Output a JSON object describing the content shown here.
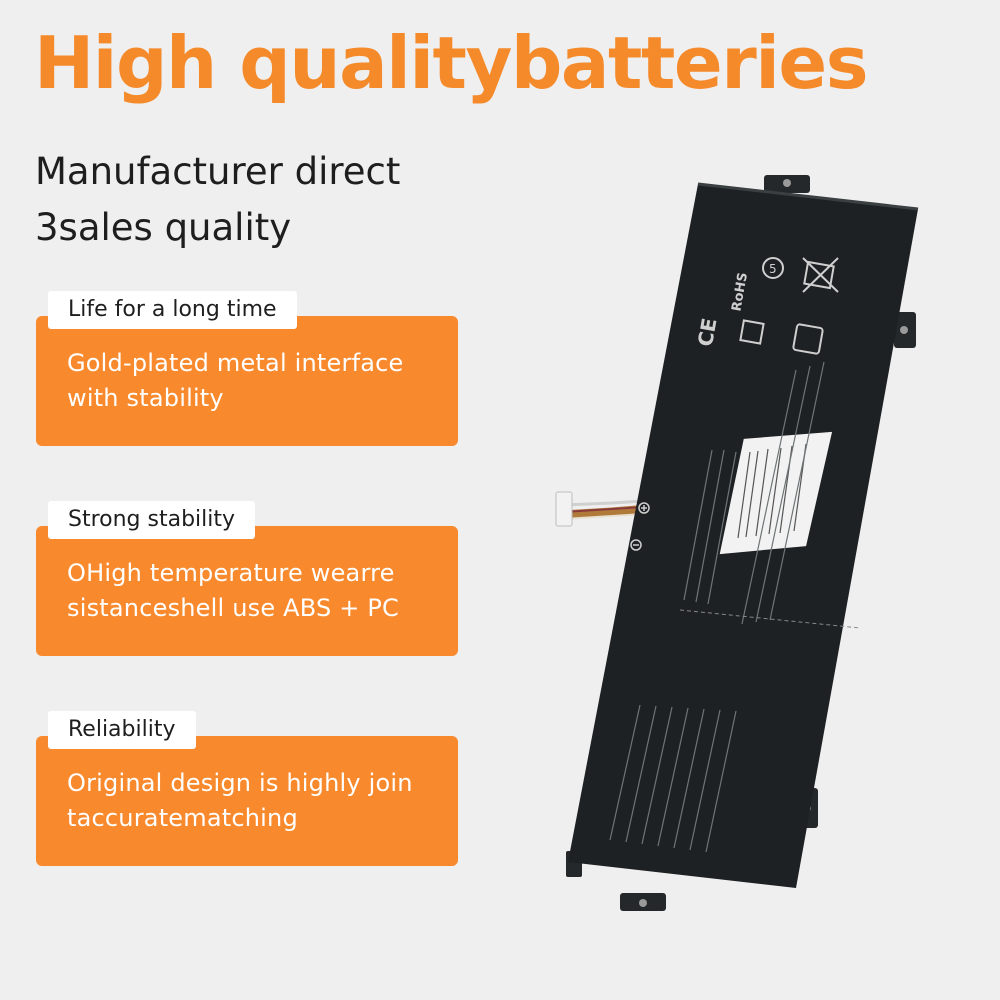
{
  "headline": "High qualitybatteries",
  "subheadline": [
    "Manufacturer direct",
    "3sales quality"
  ],
  "features": [
    {
      "tag": "Life for a long time",
      "text": "Gold-plated metal interface with stability"
    },
    {
      "tag": "Strong stability",
      "text": "OHigh temperature wearre sistanceshell use ABS + PC"
    },
    {
      "tag": "Reliability",
      "text": "Original design is highly join taccuratematching"
    }
  ],
  "battery": {
    "marks": [
      "RoHS",
      "CE"
    ],
    "colors": {
      "accent": "#f58a2b",
      "card": "#f8892d",
      "battery": "#1d2123",
      "background": "#efefef"
    }
  }
}
